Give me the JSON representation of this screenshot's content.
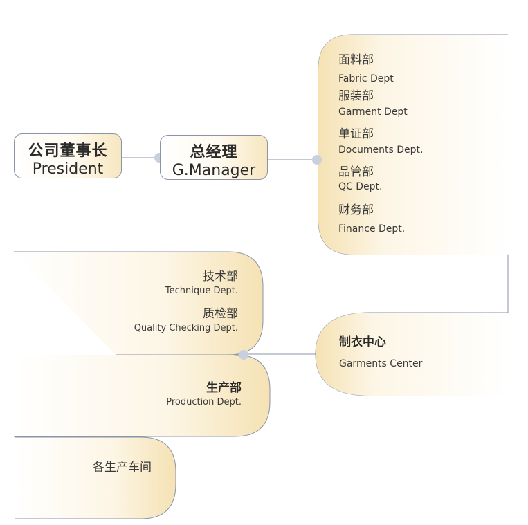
{
  "president": {
    "zh": "公司董事长",
    "en": "President"
  },
  "manager": {
    "zh": "总经理",
    "en": "G.Manager"
  },
  "office_depts": [
    {
      "zh": "面料部",
      "en": "Fabric Dept"
    },
    {
      "zh": "服装部",
      "en": "Garment Dept"
    },
    {
      "zh": "单证部",
      "en": "Documents Dept."
    },
    {
      "zh": "品管部",
      "en": "QC Dept."
    },
    {
      "zh": "财务部",
      "en": "Finance Dept."
    }
  ],
  "garments_center": {
    "zh": "制衣中心",
    "en": "Garments Center"
  },
  "tech_depts": [
    {
      "zh": "技术部",
      "en": "Technique Dept."
    },
    {
      "zh": "质检部",
      "en": "Quality Checking Dept."
    }
  ],
  "production": {
    "zh": "生产部",
    "en": "Production Dept."
  },
  "workshops": {
    "zh": "各生产车间"
  },
  "colors": {
    "line": "#8a93a8",
    "dot": "#c9cfdc",
    "accent": "#f7e7bf"
  }
}
